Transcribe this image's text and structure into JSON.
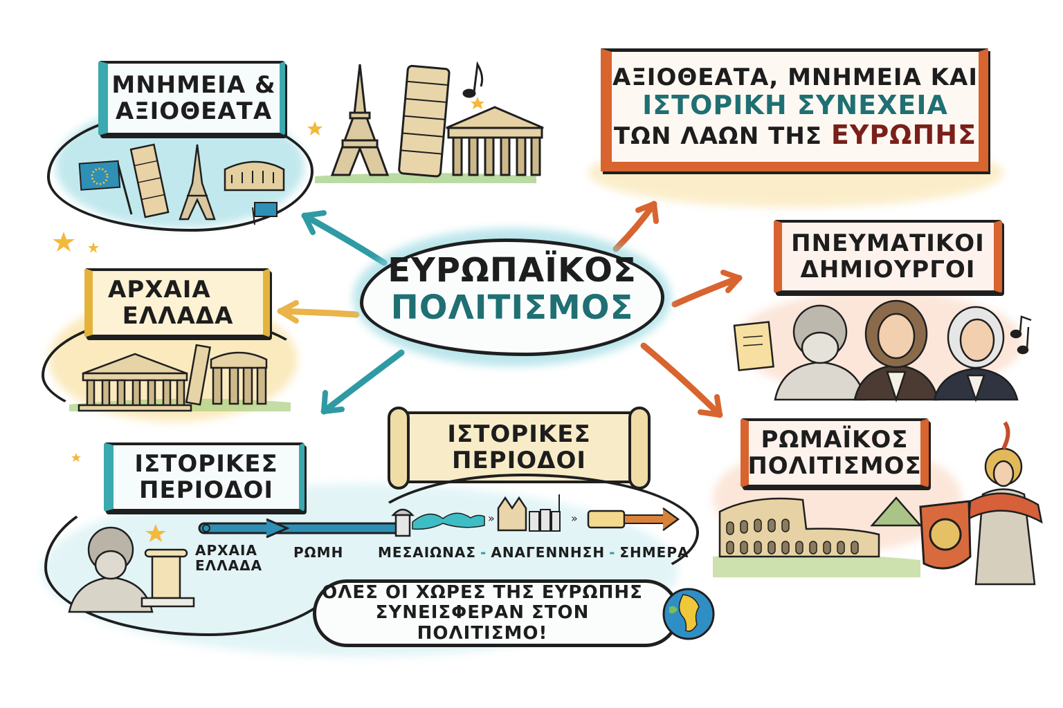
{
  "title_banner": {
    "line1": "ΑΞΙΟΘΕΑΤΑ, ΜΝΗΜΕΙΑ ΚΑΙ",
    "line2": "ΙΣΤΟΡΙΚΗ ΣΥΝΕΧΕΙΑ",
    "line3_prefix": "ΤΩΝ ΛΑΩΝ ΤΗΣ",
    "line3_highlight": "ΕΥΡΩΠΗΣ"
  },
  "center": {
    "line1": "ΕΥΡΩΠΑΪΚΟΣ",
    "line2": "ΠΟΛΙΤΙΣΜΟΣ"
  },
  "nodes": {
    "monuments": {
      "line1": "ΜΝΗΜΕΙΑ &",
      "line2": "ΑΞΙΟΘΕΑΤΑ",
      "icons": [
        "eu-flag-icon",
        "leaning-tower-icon",
        "eiffel-tower-icon",
        "colosseum-icon",
        "eu-flag-small-icon"
      ]
    },
    "ancient_greece": {
      "line1": "ΑΡΧΑΙΑ",
      "line2": "ΕΛΛΑΔΑ",
      "icons": [
        "greek-temple-icon",
        "broken-column-icon",
        "temple-ruin-icon"
      ]
    },
    "historical_periods_left": {
      "line1": "ΙΣΤΟΡΙΚΕΣ",
      "line2": "ΠΕΡΙΟΔΟΙ"
    },
    "historical_periods_scroll": {
      "line1": "ΙΣΤΟΡΙΚΕΣ",
      "line2": "ΠΕΡΙΟΔΟΙ"
    },
    "intellectual_creators": {
      "line1": "ΠΝΕΥΜΑΤΙΚΟΙ",
      "line2": "ΔΗΜΙΟΥΡΓΟΙ",
      "icons": [
        "book-icon",
        "philosopher-bust-icon",
        "baroque-portrait-icon",
        "composer-portrait-icon",
        "music-notes-icon"
      ]
    },
    "roman_civilization": {
      "line1": "ΡΩΜΑΪΚΟΣ",
      "line2": "ΠΟΛΙΤΙΣΜΟΣ",
      "icons": [
        "colosseum-icon",
        "tent-icon",
        "roman-soldier-icon",
        "shield-icon"
      ]
    }
  },
  "landmarks_top": [
    "eiffel-tower-icon",
    "leaning-tower-of-pisa-icon",
    "pantheon-icon",
    "music-note-icon"
  ],
  "timeline": {
    "items": [
      {
        "line1": "ΑΡΧΑΙΑ",
        "line2": "ΕΛΛΑΔΑ"
      },
      {
        "line1": "ΡΩΜΗ"
      },
      {
        "line1": "ΜΕΣΑΙΩΝΑΣ"
      },
      {
        "line1": "ΑΝΑΓΕΝΝΗΣΗ"
      },
      {
        "line1": "ΣΗΜΕΡΑ"
      }
    ],
    "separator": "-"
  },
  "footer_bubble": {
    "line1": "ΟΛΕΣ ΟΙ ΧΩΡΕΣ ΤΗΣ ΕΥΡΩΠΗΣ",
    "line2": "ΣΥΝΕΙΣΦΕΡΑΝ ΣΤΟΝ ΠΟΛΙΤΙΣΜΟ!",
    "icon": "globe-icon"
  },
  "colors": {
    "teal": "#2f9aa3",
    "teal_text": "#1f6f73",
    "orange": "#d8642f",
    "dark_red": "#7a1f1a",
    "gold": "#e3b33c",
    "ink": "#1f1f1f"
  }
}
